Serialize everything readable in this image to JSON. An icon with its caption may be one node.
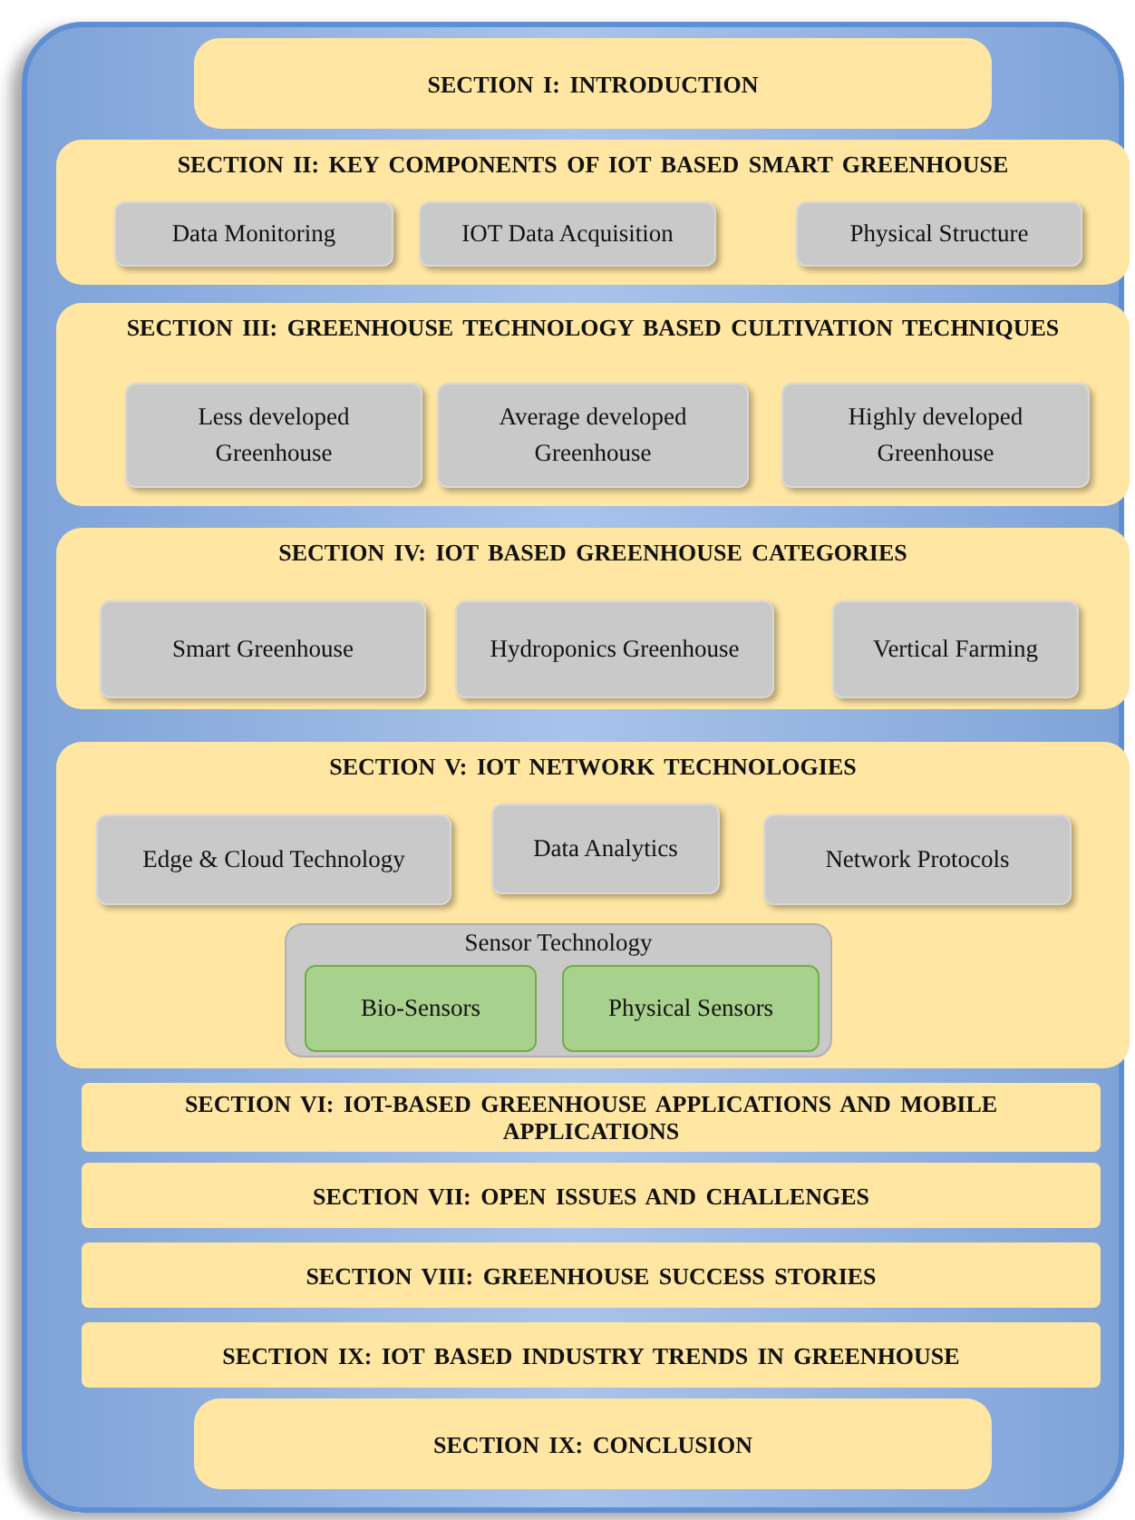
{
  "diagram": {
    "nodes": [
      {
        "text": [],
        "shape": "box"
      },
      {
        "text": [
          "SECTION I: INTRODUCTION"
        ],
        "in": 0
      },
      {
        "text": [
          "SECTION II: KEY COMPONENTS OF IOT BASED SMART GREENHOUSE"
        ],
        "in": 0
      },
      {
        "text": [
          "Data Monitoring"
        ],
        "in": 2
      },
      {
        "text": [
          "IOT Data Acquisition"
        ],
        "in": 2
      },
      {
        "text": [
          "Physical Structure"
        ],
        "in": 2
      },
      {
        "text": [
          "SECTION III: GREENHOUSE TECHNOLOGY BASED CULTIVATION TECHNIQUES"
        ],
        "in": 0
      },
      {
        "text": [
          "Less developed Greenhouse"
        ],
        "in": 6
      },
      {
        "text": [
          "Average developed Greenhouse"
        ],
        "in": 6
      },
      {
        "text": [
          "Highly developed Greenhouse"
        ],
        "in": 6
      },
      {
        "text": [
          "SECTION IV: IOT BASED GREENHOUSE CATEGORIES"
        ],
        "in": 0
      },
      {
        "text": [
          "Smart Greenhouse"
        ],
        "in": 10
      },
      {
        "text": [
          "Hydroponics Greenhouse"
        ],
        "in": 10
      },
      {
        "text": [
          "Vertical Farming"
        ],
        "in": 10
      },
      {
        "text": [
          "SECTION V: IOT NETWORK TECHNOLOGIES"
        ],
        "in": 0
      },
      {
        "text": [
          "Edge & Cloud Technology"
        ],
        "in": 14
      },
      {
        "text": [
          "Data Analytics"
        ],
        "in": 14
      },
      {
        "text": [
          "Network Protocols"
        ],
        "in": 14
      },
      {
        "text": [
          "Sensor Technology"
        ],
        "in": 14
      },
      {
        "text": [
          "Bio-Sensors"
        ],
        "in": 18
      },
      {
        "text": [
          "Physical Sensors"
        ],
        "in": 18
      },
      {
        "text": [
          "SECTION VI: IOT-BASED GREENHOUSE APPLICATIONS AND MOBILE APPLICATIONS"
        ],
        "in": 0
      },
      {
        "text": [
          "SECTION VII: OPEN ISSUES AND CHALLENGES"
        ],
        "in": 0
      },
      {
        "text": [
          "SECTION VIII: GREENHOUSE SUCCESS STORIES"
        ],
        "in": 0
      },
      {
        "text": [
          "SECTION IX: IOT BASED INDUSTRY TRENDS IN GREENHOUSE"
        ],
        "in": 0
      },
      {
        "text": [
          "SECTION IX: CONCLUSION"
        ],
        "in": 0
      }
    ]
  }
}
